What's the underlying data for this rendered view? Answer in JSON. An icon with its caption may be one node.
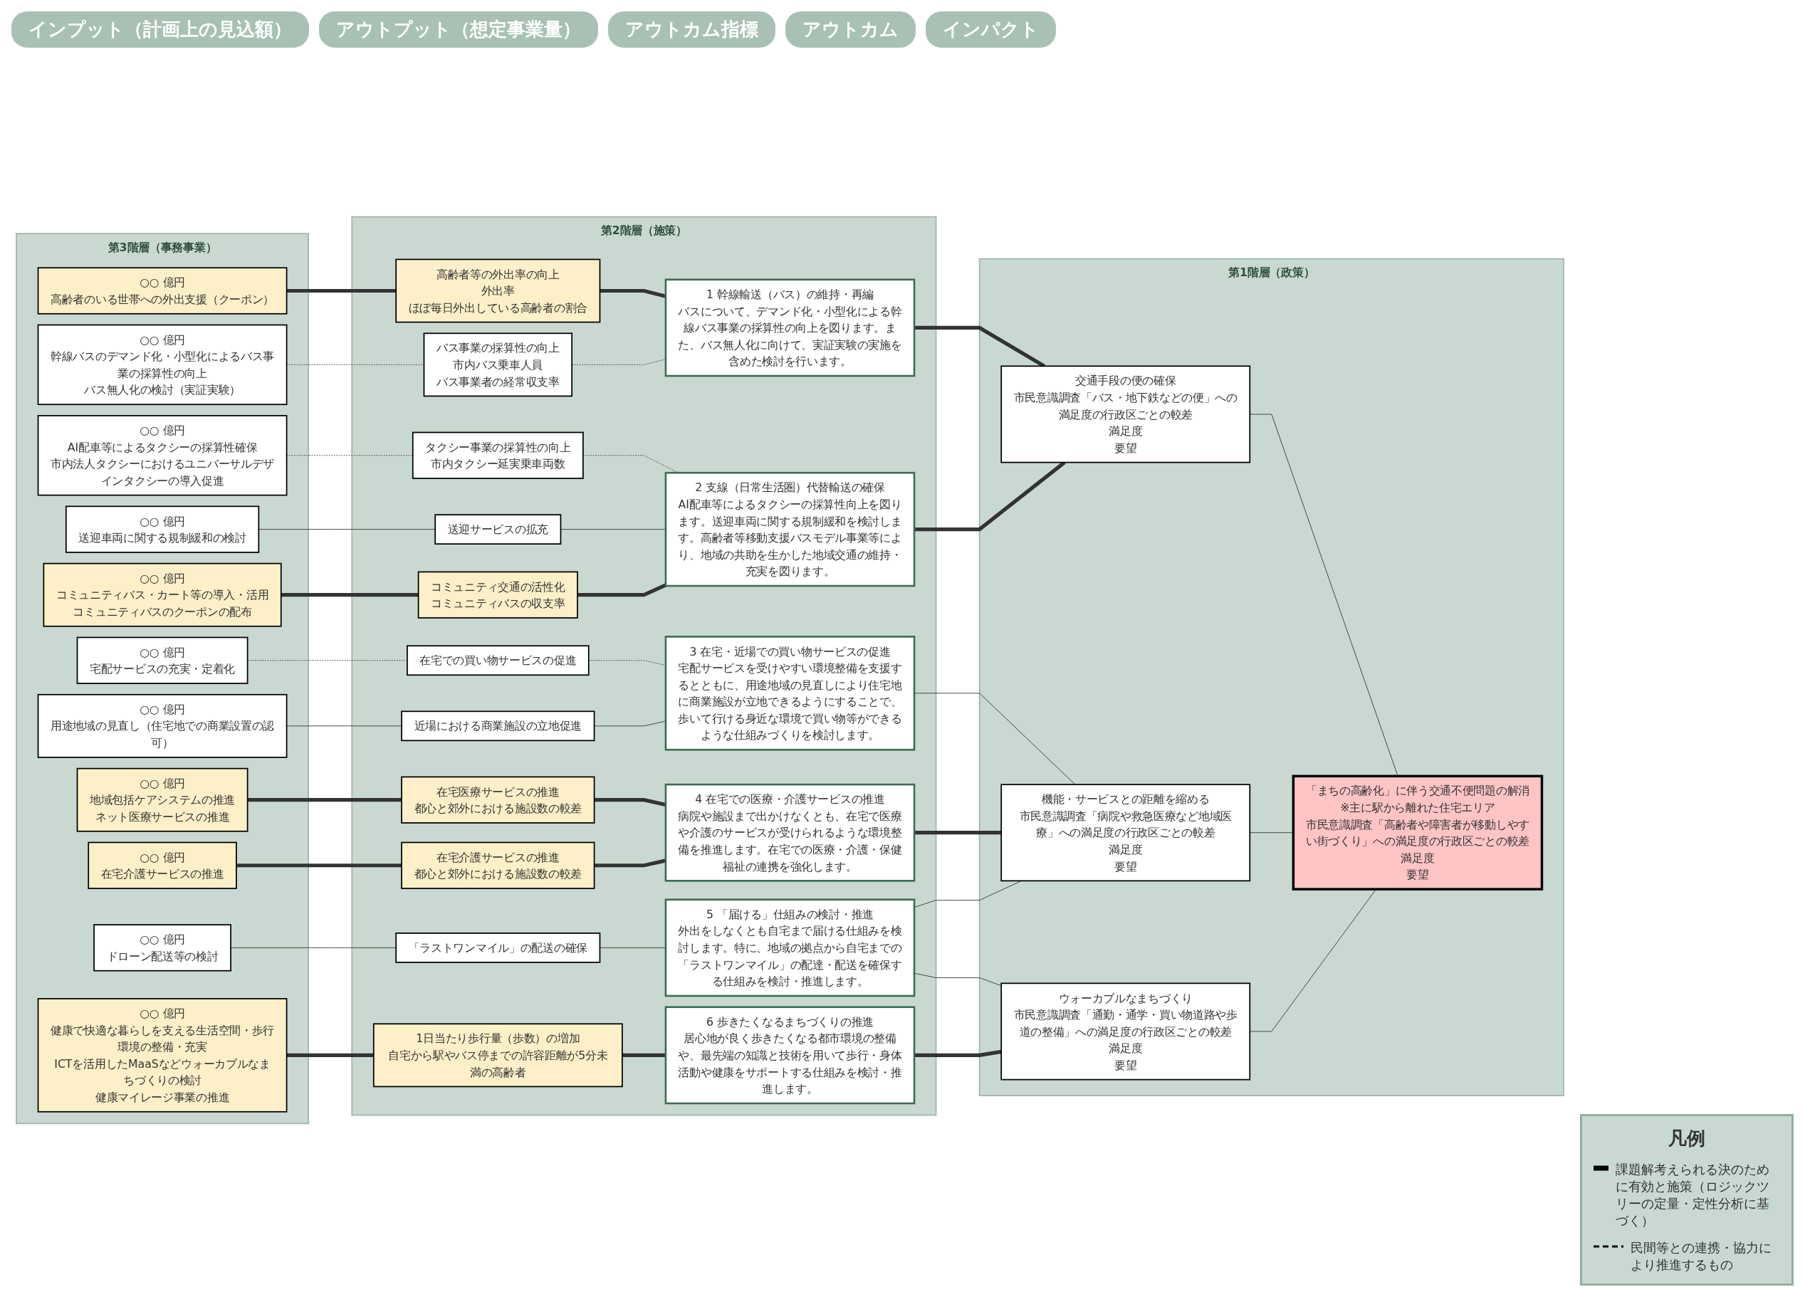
{
  "diagram": {
    "nodes": [
      {
        "text": [
          "第3階層（事務事業）"
        ]
      },
      {
        "text": [
          "○○ 億円",
          "高齢者のいる世帯への外出支援（クーポン）"
        ],
        "in": 0
      },
      {
        "text": [
          "○○ 億円",
          "幹線バスのデマンド化・小型化によるバス事業の採算性の向上",
          "バス無人化の検討（実証実験）"
        ],
        "in": 0
      },
      {
        "text": [
          "○○ 億円",
          "AI配車等によるタクシーの採算性確保",
          "市内法人タクシーにおけるユニバーサルデザインタクシーの導入促進"
        ],
        "in": 0
      },
      {
        "text": [
          "○○ 億円",
          "送迎車両に関する規制緩和の検討"
        ],
        "in": 0
      },
      {
        "text": [
          "○○ 億円",
          "コミュニティバス・カート等の導入・活用",
          "コミュニティバスのクーポンの配布"
        ],
        "in": 0
      },
      {
        "text": [
          "○○ 億円",
          "宅配サービスの充実・定着化"
        ],
        "in": 0
      },
      {
        "text": [
          "○○ 億円",
          "用途地域の見直し（住宅地での商業設置の認可）"
        ],
        "in": 0
      },
      {
        "text": [
          "○○ 億円",
          "地域包括ケアシステムの推進",
          "ネット医療サービスの推進"
        ],
        "in": 0
      },
      {
        "text": [
          "○○ 億円",
          "在宅介護サービスの推進"
        ],
        "in": 0
      },
      {
        "text": [
          "○○ 億円",
          "ドローン配送等の検討"
        ],
        "in": 0
      },
      {
        "text": [
          "○○ 億円",
          "健康で快適な暮らしを支える生活空間・歩行環境の整備・充実",
          "ICTを活用したMaaSなどウォーカブルなまちづくりの検討",
          "健康マイレージ事業の推進"
        ],
        "in": 0
      },
      {
        "text": [
          "第2階層（施策）"
        ]
      },
      {
        "text": [
          "高齢者等の外出率の向上",
          "外出率",
          "ほぼ毎日外出している高齢者の割合"
        ],
        "in": 12
      },
      {
        "text": [
          "バス事業の採算性の向上",
          "市内バス乗車人員",
          "バス事業者の経常収支率"
        ],
        "in": 12
      },
      {
        "text": [
          "タクシー事業の採算性の向上",
          "市内タクシー延実乗車両数"
        ],
        "in": 12
      },
      {
        "text": [
          "送迎サービスの拡充"
        ],
        "in": 12
      },
      {
        "text": [
          "コミュニティ交通の活性化",
          "コミュニティバスの収支率"
        ],
        "in": 12
      },
      {
        "text": [
          "在宅での買い物サービスの促進"
        ],
        "in": 12
      },
      {
        "text": [
          "近場における商業施設の立地促進"
        ],
        "in": 12
      },
      {
        "text": [
          "在宅医療サービスの推進",
          "都心と郊外における施設数の較差"
        ],
        "in": 12
      },
      {
        "text": [
          "在宅介護サービスの推進",
          "都心と郊外における施設数の較差"
        ],
        "in": 12
      },
      {
        "text": [
          "「ラストワンマイル」の配送の確保"
        ],
        "in": 12
      },
      {
        "text": [
          "1日当たり歩行量（歩数）の増加",
          "自宅から駅やバス停までの許容距離が5分未満の高齢者"
        ],
        "in": 12
      },
      {
        "text": [
          "1 幹線輸送（バス）の維持・再編",
          "バスについて、デマンド化・小型化による幹線バス事業の採算性の向上を図ります。また、バス無人化に向けて、実証実験の実施を含めた検討を行います。"
        ],
        "in": 12
      },
      {
        "text": [
          "2 支線（日常生活圏）代替輸送の確保",
          "AI配車等によるタクシーの採算性向上を図ります。送迎車両に関する規制緩和を検討します。高齢者等移動支援バスモデル事業等により、地域の共助を生かした地域交通の維持・充実を図ります。"
        ],
        "in": 12
      },
      {
        "text": [
          "3 在宅・近場での買い物サービスの促進",
          "宅配サービスを受けやすい環境整備を支援するとともに、用途地域の見直しにより住宅地に商業施設が立地できるようにすることで、歩いて行ける身近な環境で買い物等ができるような仕組みづくりを検討します。"
        ],
        "in": 12
      },
      {
        "text": [
          "4 在宅での医療・介護サービスの推進",
          "病院や施設まで出かけなくとも、在宅で医療や介護のサービスが受けられるような環境整備を推進します。在宅での医療・介護・保健福祉の連携を強化します。"
        ],
        "in": 12
      },
      {
        "text": [
          "5 「届ける」仕組みの検討・推進",
          "外出をしなくとも自宅まで届ける仕組みを検討します。特に、地域の拠点から自宅までの「ラストワンマイル」の配達・配送を確保する仕組みを検討・推進します。"
        ],
        "in": 12
      },
      {
        "text": [
          "6 歩きたくなるまちづくりの推進",
          "居心地が良く歩きたくなる都市環境の整備や、最先端の知識と技術を用いて歩行・身体活動や健康をサポートする仕組みを検討・推進します。"
        ],
        "in": 12
      },
      {
        "text": [
          "第1階層（政策）"
        ]
      },
      {
        "text": [
          "交通手段の便の確保",
          "市民意識調査「バス・地下鉄などの便」への満足度の行政区ごとの較差",
          "満足度",
          "要望"
        ],
        "in": 30
      },
      {
        "text": [
          "機能・サービスとの距離を縮める",
          "市民意識調査「病院や救急医療など地域医療」への満足度の行政区ごとの較差",
          "満足度",
          "要望"
        ],
        "in": 30
      },
      {
        "text": [
          "ウォーカブルなまちづくり",
          "市民意識調査「通勤・通学・買い物道路や歩道の整備」への満足度の行政区ごとの較差",
          "満足度",
          "要望"
        ],
        "in": 30
      },
      {
        "text": [
          "「まちの高齢化」に伴う交通不便問題の解消",
          "※主に駅から離れた住宅エリア",
          "市民意識調査「高齢者や障害者が移動しやすい街づくり」への満足度の行政区ごとの較差",
          "満足度",
          "要望"
        ],
        "in": 30
      }
    ],
    "edges": [
      {
        "from": 1,
        "to": 13,
        "arrow": "none",
        "style": "thick"
      },
      {
        "from": 2,
        "to": 14,
        "arrow": "none",
        "style": "dashed"
      },
      {
        "from": 3,
        "to": 15,
        "arrow": "none",
        "style": "dashed"
      },
      {
        "from": 4,
        "to": 16,
        "arrow": "none"
      },
      {
        "from": 5,
        "to": 17,
        "arrow": "none",
        "style": "thick"
      },
      {
        "from": 6,
        "to": 18,
        "arrow": "none",
        "style": "dashed"
      },
      {
        "from": 7,
        "to": 19,
        "arrow": "none"
      },
      {
        "from": 8,
        "to": 20,
        "arrow": "none",
        "style": "thick"
      },
      {
        "from": 9,
        "to": 21,
        "arrow": "none",
        "style": "thick"
      },
      {
        "from": 10,
        "to": 22,
        "arrow": "none"
      },
      {
        "from": 11,
        "to": 23,
        "arrow": "none",
        "style": "thick"
      },
      {
        "from": 13,
        "to": 24,
        "arrow": "none",
        "style": "thick"
      },
      {
        "from": 14,
        "to": 24,
        "arrow": "none",
        "style": "dashed"
      },
      {
        "from": 15,
        "to": 25,
        "arrow": "none",
        "style": "dashed"
      },
      {
        "from": 16,
        "to": 25,
        "arrow": "none"
      },
      {
        "from": 17,
        "to": 25,
        "arrow": "none",
        "style": "thick"
      },
      {
        "from": 18,
        "to": 26,
        "arrow": "none",
        "style": "dashed"
      },
      {
        "from": 19,
        "to": 26,
        "arrow": "none"
      },
      {
        "from": 20,
        "to": 27,
        "arrow": "none",
        "style": "thick"
      },
      {
        "from": 21,
        "to": 27,
        "arrow": "none",
        "style": "thick"
      },
      {
        "from": 22,
        "to": 28,
        "arrow": "none"
      },
      {
        "from": 23,
        "to": 29,
        "arrow": "none",
        "style": "thick"
      },
      {
        "from": 24,
        "to": 31,
        "arrow": "none",
        "style": "thick"
      },
      {
        "from": 25,
        "to": 31,
        "arrow": "none",
        "style": "thick"
      },
      {
        "from": 26,
        "to": 32,
        "arrow": "none"
      },
      {
        "from": 27,
        "to": 32,
        "arrow": "none",
        "style": "thick"
      },
      {
        "from": 28,
        "to": 32,
        "arrow": "none"
      },
      {
        "from": 28,
        "to": 33,
        "arrow": "none"
      },
      {
        "from": 29,
        "to": 33,
        "arrow": "none",
        "style": "thick"
      },
      {
        "from": 31,
        "to": 34,
        "arrow": "none"
      },
      {
        "from": 32,
        "to": 34,
        "arrow": "none"
      },
      {
        "from": 33,
        "to": 34,
        "arrow": "none"
      }
    ],
    "labels": [
      "インプット（計画上の見込額）",
      "アウトプット（想定事業量）",
      "アウトカム指標",
      "アウトカム",
      "インパクト",
      "凡例"
    ],
    "legend": [
      {
        "text": "課題解考えられる決のために有効と施策（ロジックツリーの定量・定性分析に基づく）"
      },
      {
        "text": "民間等との連携・協力により推進するもの"
      }
    ]
  }
}
